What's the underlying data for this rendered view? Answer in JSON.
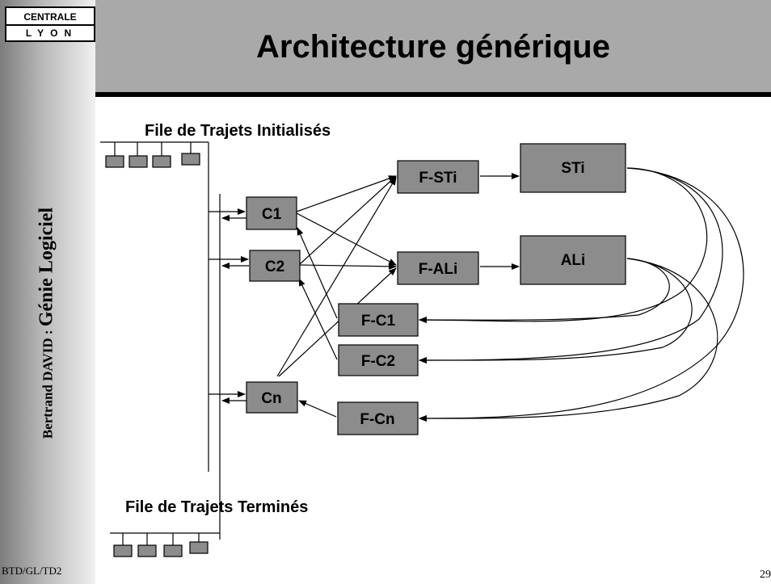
{
  "logo": {
    "line1": "CENTRALE",
    "line2": "LYON"
  },
  "sidebar": {
    "author": "Bertrand DAVID : ",
    "course": "Génie Logiciel"
  },
  "title": "Architecture générique",
  "footer": {
    "left": "BTD/GL/TD2",
    "page": "29"
  },
  "diagram": {
    "queue_top_label": "File de Trajets Initialisés",
    "queue_bottom_label": "File de Trajets Terminés",
    "nodes": {
      "c1": "C1",
      "c2": "C2",
      "cn": "Cn",
      "fsti": "F-STi",
      "fali": "F-ALi",
      "sti": "STi",
      "ali": "ALi",
      "fc1": "F-C1",
      "fc2": "F-C2",
      "fcn": "F-Cn"
    }
  }
}
